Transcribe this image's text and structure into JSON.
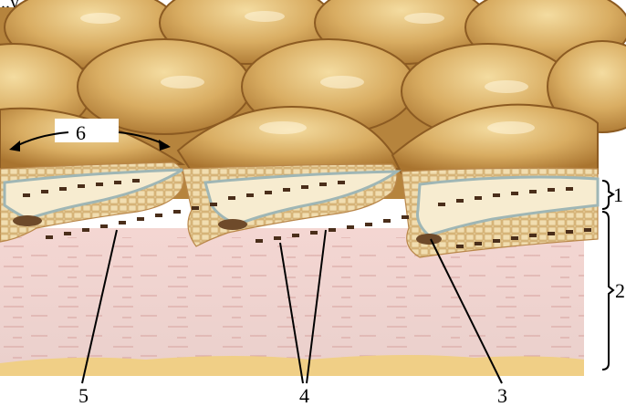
{
  "caption_partial": "...y ... ... ... (... ...)",
  "labels": {
    "l1": "1",
    "l2": "2",
    "l3": "3",
    "l4": "4",
    "l5": "5",
    "l6": "6"
  }
}
